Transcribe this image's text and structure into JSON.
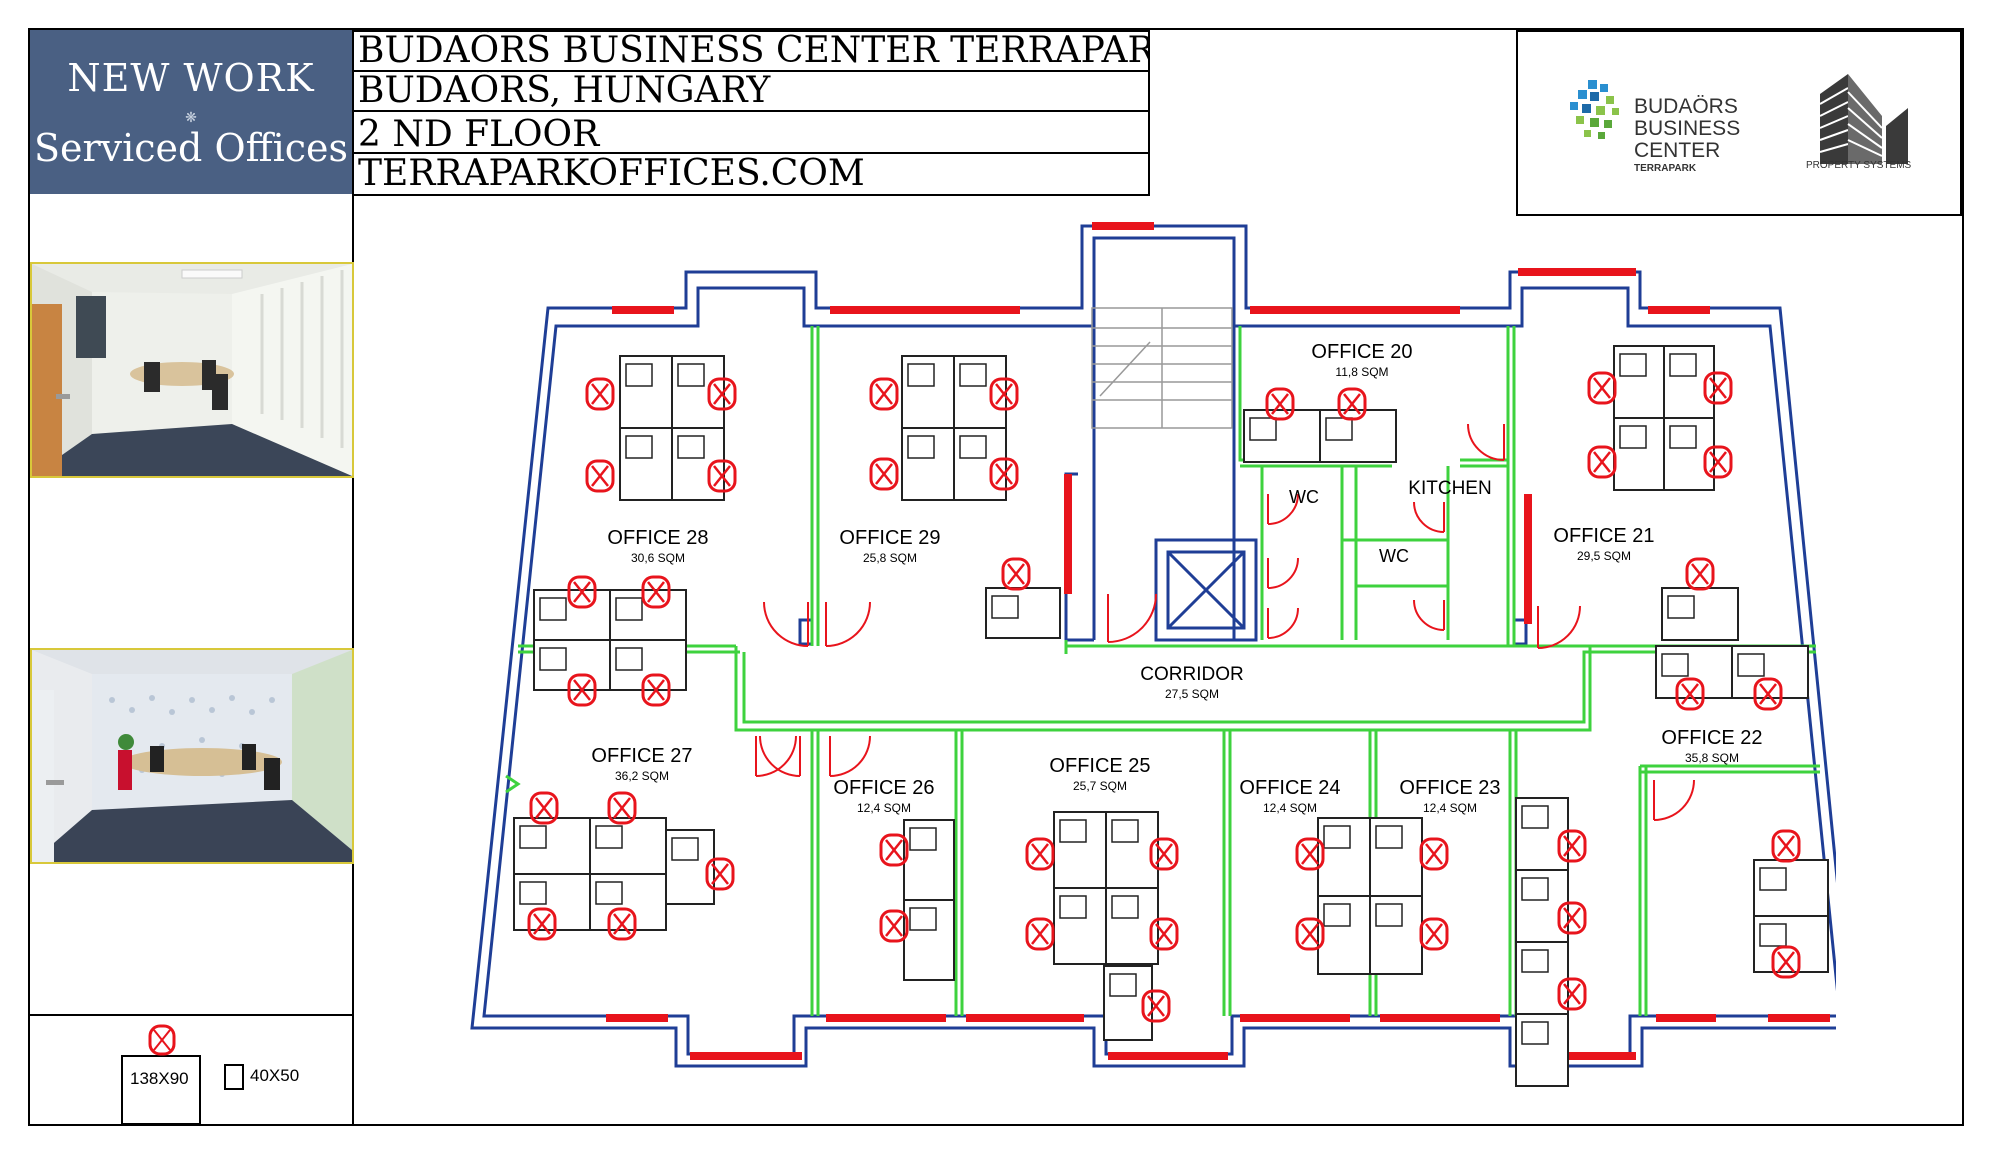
{
  "brand": {
    "line1": "NEW WORK",
    "separator": "❋",
    "line2": "Serviced Offices"
  },
  "header": {
    "line1": "BUDAÖRS BUSINESS CENTER TERRAPARK",
    "line2": "BUDAÖRS, HUNGARY",
    "line3": "2 ND FLOOR",
    "line4": "TERRAPARKOFFICES.COM"
  },
  "logo": {
    "bbc_line1": "BUDAÖRS",
    "bbc_line2": "BUSINESS",
    "bbc_line3": "CENTER",
    "bbc_sub": "TERRAPARK",
    "ps_sub": "PROPERTY SYSTEMS"
  },
  "legend": {
    "desk_size": "138X90",
    "small_size": "40X50"
  },
  "colors": {
    "wall": "#1f3e96",
    "partition": "#3ed23e",
    "window": "#e8141c",
    "brand_bg": "#4a6083"
  },
  "rooms": {
    "office28": {
      "name": "OFFICE  28",
      "area": "30,6  SQM"
    },
    "office29": {
      "name": "OFFICE  29",
      "area": "25,8  SQM"
    },
    "office20": {
      "name": "OFFICE  20",
      "area": "11,8  SQM"
    },
    "office21": {
      "name": "OFFICE  21",
      "area": "29,5  SQM"
    },
    "office27": {
      "name": "OFFICE  27",
      "area": "36,2  SQM"
    },
    "office26": {
      "name": "OFFICE  26",
      "area": "12,4  SQM"
    },
    "office25": {
      "name": "OFFICE  25",
      "area": "25,7  SQM"
    },
    "office24": {
      "name": "OFFICE  24",
      "area": "12,4  SQM"
    },
    "office23": {
      "name": "OFFICE  23",
      "area": "12,4  SQM"
    },
    "office22": {
      "name": "OFFICE  22",
      "area": "35,8  SQM"
    },
    "corridor": {
      "name": "CORRIDOR",
      "area": "27,5  SQM"
    },
    "wc1": {
      "name": "WC"
    },
    "wc2": {
      "name": "WC"
    },
    "kitchen": {
      "name": "KITCHEN"
    }
  }
}
